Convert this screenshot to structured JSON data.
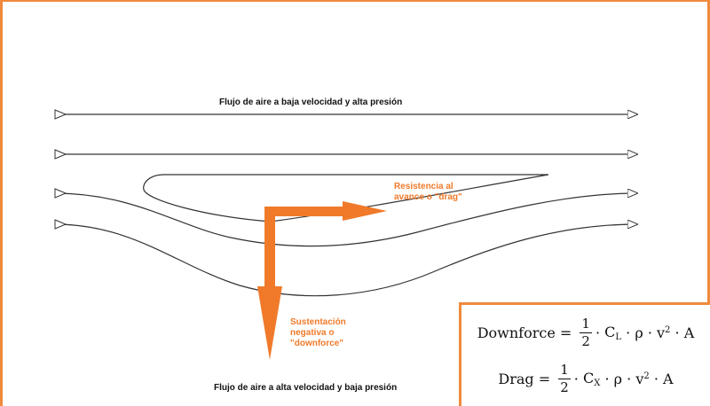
{
  "labels": {
    "top": "Flujo de aire a baja velocidad y alta presión",
    "bottom": "Flujo de aire a alta velocidad y baja presión",
    "drag": "Resistencia al\navance o \"drag\"",
    "downforce": "Sustentación\nnegativa o\n\"downforce\""
  },
  "formulas": {
    "downforce": {
      "lhs": "Downforce",
      "eq": "=",
      "num": "1",
      "den": "2",
      "coef": "C",
      "coef_sub": "L",
      "rho": "ρ",
      "v": "v",
      "v_sup": "2",
      "a": "A",
      "dot": "·"
    },
    "drag": {
      "lhs": "Drag",
      "eq": "=",
      "num": "1",
      "den": "2",
      "coef": "C",
      "coef_sub": "X",
      "rho": "ρ",
      "v": "v",
      "v_sup": "2",
      "a": "A",
      "dot": "·"
    }
  },
  "colors": {
    "accent": "#f08a3c",
    "arrow": "#f07a2a",
    "line": "#333333"
  }
}
